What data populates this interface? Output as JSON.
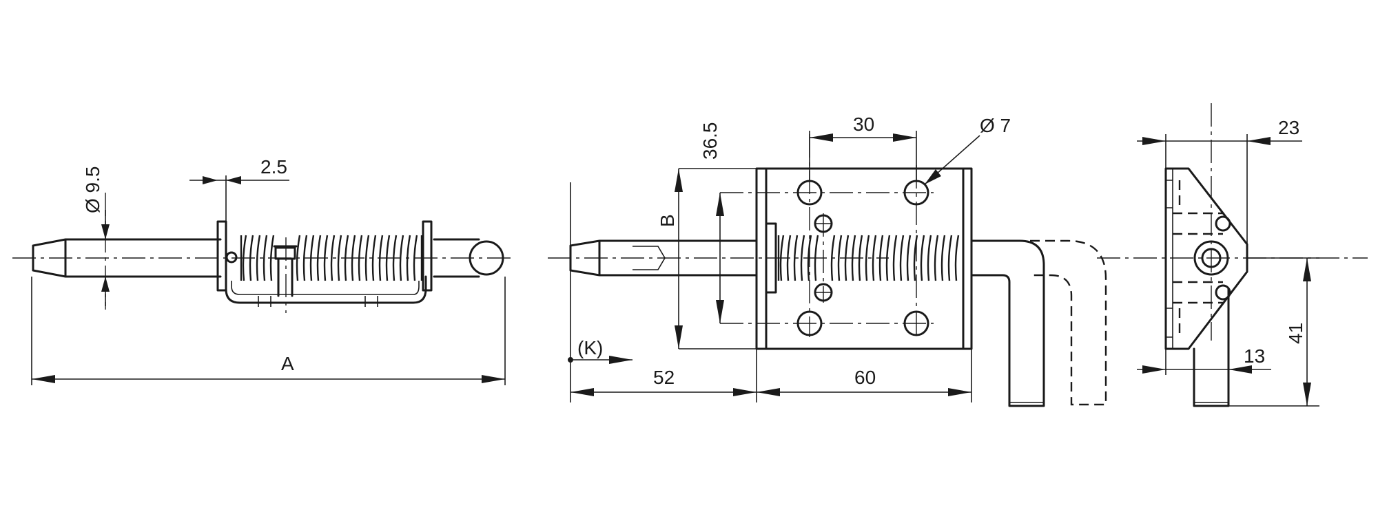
{
  "front_view": {
    "pin_diameter_label": "Ø 9.5",
    "gap_label": "2.5",
    "overall_length_label": "A"
  },
  "top_view": {
    "hole_height_label": "36.5",
    "hole_spacing_label": "30",
    "hole_diameter_label": "Ø 7",
    "plate_height_label": "B",
    "reference_label": "(K)",
    "pin_projection_label": "52",
    "plate_width_label": "60"
  },
  "side_view": {
    "top_offset_label": "23",
    "bottom_offset_label": "13",
    "height_label": "41"
  }
}
